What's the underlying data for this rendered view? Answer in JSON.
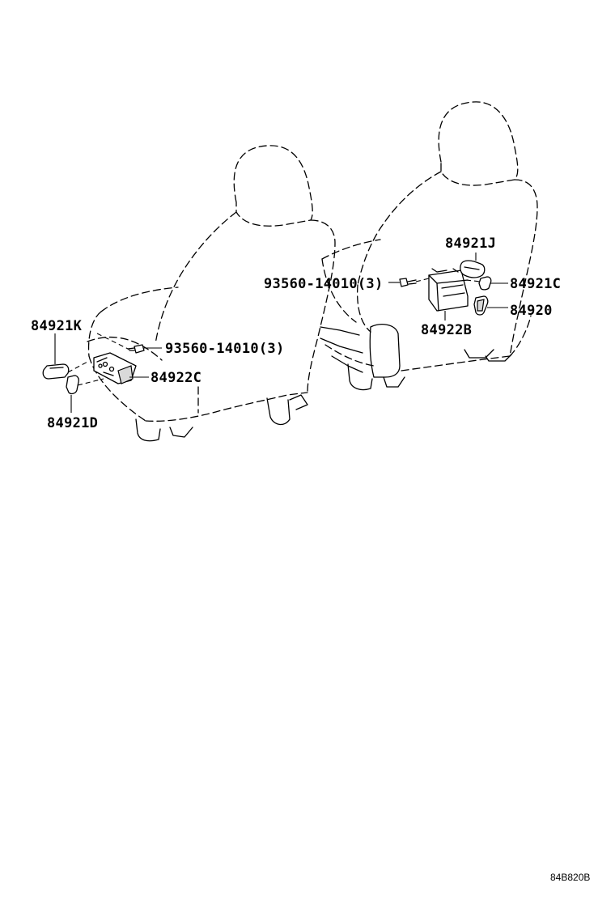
{
  "labels": {
    "p84921K": "84921K",
    "p84921D": "84921D",
    "p93560_left": "93560-14010(3)",
    "p84922C": "84922C",
    "p84921J": "84921J",
    "p93560_right": "93560-14010(3)",
    "p84921C": "84921C",
    "p84920": "84920",
    "p84922B": "84922B"
  },
  "illustration_code": "84B820B"
}
